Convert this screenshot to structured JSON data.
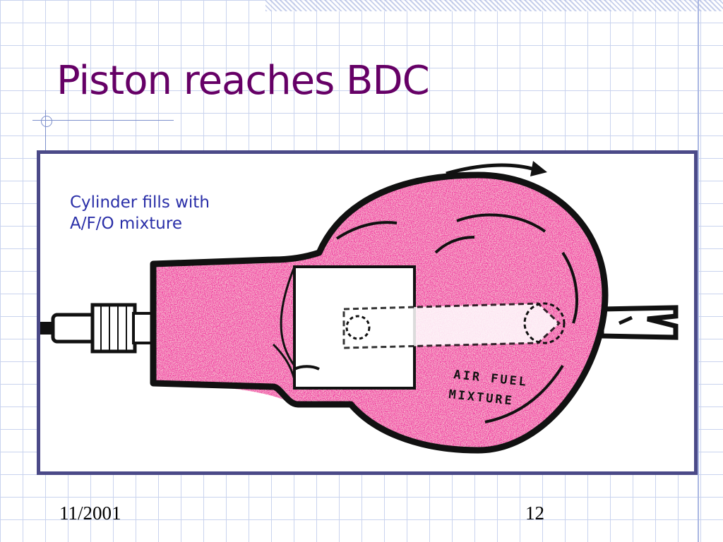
{
  "slide": {
    "title": "Piston reaches BDC",
    "caption_line1": "Cylinder fills with",
    "caption_line2": "A/F/O mixture",
    "figure_label_line1": "AIR FUEL",
    "figure_label_line2": "MIXTURE",
    "footer_date": "11/2001",
    "page_number": "12"
  },
  "colors": {
    "title": "#660066",
    "caption": "#2a2fa8",
    "frame": "#4b4a88",
    "mixture": "#e8156e",
    "grid": "#c9d3ee"
  }
}
